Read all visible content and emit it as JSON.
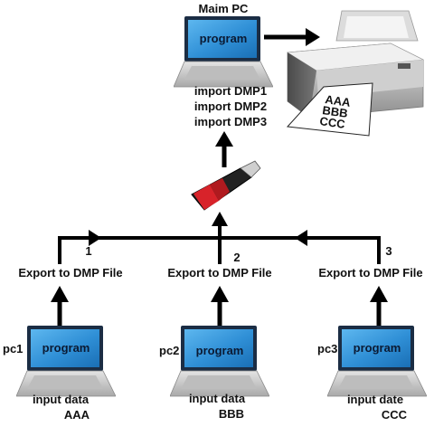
{
  "main_pc": {
    "title": "Maim PC",
    "screen_label": "program",
    "imports": [
      "import DMP1",
      "import DMP2",
      "import DMP3"
    ]
  },
  "printer": {
    "paper_lines": [
      "AAA",
      "BBB",
      "CCC"
    ]
  },
  "usb_drive": {
    "icon": "usb-flash-drive-icon"
  },
  "stations": [
    {
      "id": "pc1",
      "step": "1",
      "export_label": "Export to DMP File",
      "screen_label": "program",
      "input_line1": "input data",
      "input_line2": "AAA"
    },
    {
      "id": "pc2",
      "step": "2",
      "export_label": "Export to DMP File",
      "screen_label": "program",
      "input_line1": "input data",
      "input_line2": "BBB"
    },
    {
      "id": "pc3",
      "step": "3",
      "export_label": "Export to DMP File",
      "screen_label": "program",
      "input_line1": "input date",
      "input_line2": "CCC"
    }
  ],
  "colors": {
    "screen_blue": "#2f8fd6",
    "screen_dark": "#10508a",
    "arrow": "#000000",
    "laptop_gray": "#c9c9c9"
  }
}
